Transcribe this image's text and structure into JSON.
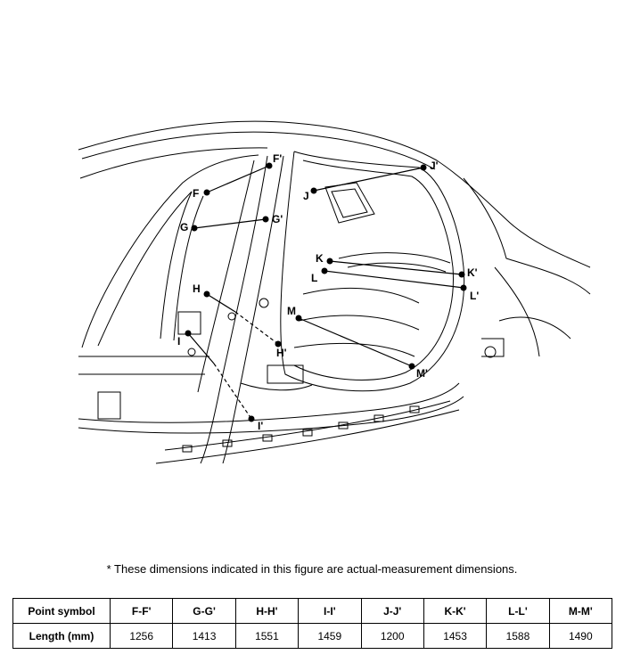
{
  "points": {
    "F": "F",
    "F_prime": "F'",
    "G": "G",
    "G_prime": "G'",
    "H": "H",
    "H_prime": "H'",
    "I": "I",
    "I_prime": "I'",
    "J": "J",
    "J_prime": "J'",
    "K": "K",
    "K_prime": "K'",
    "L": "L",
    "L_prime": "L'",
    "M": "M",
    "M_prime": "M'"
  },
  "note": "*  These dimensions indicated in this figure are actual-measurement dimensions.",
  "table": {
    "row1_header": "Point symbol",
    "row2_header": "Length (mm)",
    "columns": [
      {
        "symbol": "F-F'",
        "length": "1256"
      },
      {
        "symbol": "G-G'",
        "length": "1413"
      },
      {
        "symbol": "H-H'",
        "length": "1551"
      },
      {
        "symbol": "I-I'",
        "length": "1459"
      },
      {
        "symbol": "J-J'",
        "length": "1200"
      },
      {
        "symbol": "K-K'",
        "length": "1453"
      },
      {
        "symbol": "L-L'",
        "length": "1588"
      },
      {
        "symbol": "M-M'",
        "length": "1490"
      }
    ]
  }
}
